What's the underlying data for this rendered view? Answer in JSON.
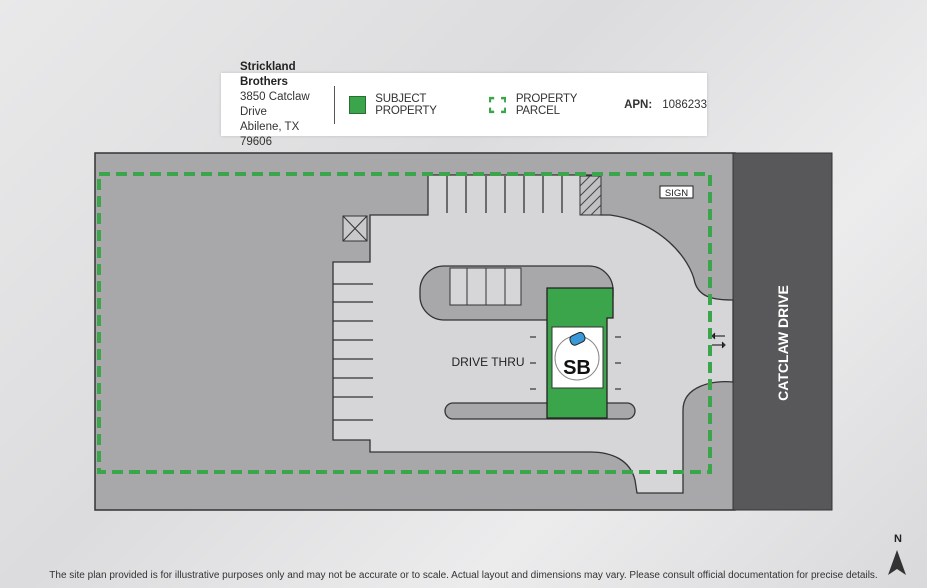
{
  "legend": {
    "company": "Strickland Brothers",
    "address_line1": "3850 Catclaw Drive",
    "address_line2": "Abilene, TX 79606",
    "subject_property_label": "SUBJECT PROPERTY",
    "property_parcel_label": "PROPERTY PARCEL",
    "apn_label": "APN:",
    "apn_value": "1086233"
  },
  "plan": {
    "sign_label": "SIGN",
    "drive_thru_label": "DRIVE THRU",
    "road_label": "CATCLAW DRIVE",
    "logo_text": "SB"
  },
  "colors": {
    "subject": "#3aa54a",
    "parcel": "#3aa54a",
    "road": "#58585a",
    "lot": "#a8a8aa",
    "drive": "#d6d6d8"
  },
  "north_label": "N",
  "disclaimer": "The site plan provided is for illustrative purposes only and may not be accurate or to scale. Actual layout and dimensions may vary. Please consult official documentation for precise details."
}
